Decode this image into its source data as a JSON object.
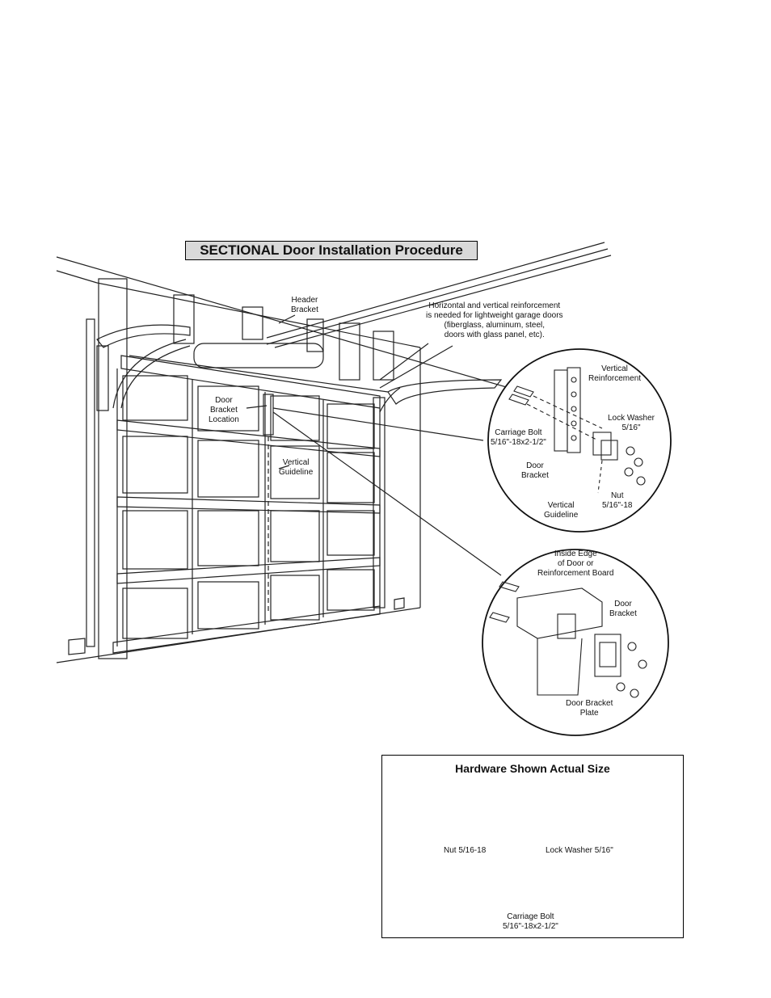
{
  "title": "SECTIONAL Door Installation Procedure",
  "labels": {
    "header_bracket": [
      "Header",
      "Bracket"
    ],
    "reinforcement_note": [
      "Horizontal and vertical reinforcement",
      "is needed for lightweight garage doors",
      "(fiberglass, aluminum, steel,",
      "doors with glass panel, etc)."
    ],
    "door_bracket_location": [
      "Door",
      "Bracket",
      "Location"
    ],
    "vertical_guideline_main": [
      "Vertical",
      "Guideline"
    ],
    "vertical_reinforcement": [
      "Vertical",
      "Reinforcement"
    ],
    "lock_washer": [
      "Lock Washer",
      "5/16\""
    ],
    "carriage_bolt_detail": [
      "Carriage Bolt",
      "5/16\"-18x2-1/2\""
    ],
    "door_bracket_detail1": [
      "Door",
      "Bracket"
    ],
    "nut_detail": [
      "Nut",
      "5/16\"-18"
    ],
    "vertical_guideline_detail": [
      "Vertical",
      "Guideline"
    ],
    "inside_edge": [
      "Inside Edge",
      "of Door or",
      "Reinforcement Board"
    ],
    "door_bracket_detail2": [
      "Door",
      "Bracket"
    ],
    "door_bracket_plate": [
      "Door Bracket",
      "Plate"
    ]
  },
  "hardware": {
    "title": "Hardware Shown Actual Size",
    "nut": "Nut 5/16-18",
    "lock_washer": "Lock Washer 5/16\"",
    "carriage_bolt": [
      "Carriage Bolt",
      "5/16\"-18x2-1/2\""
    ]
  }
}
